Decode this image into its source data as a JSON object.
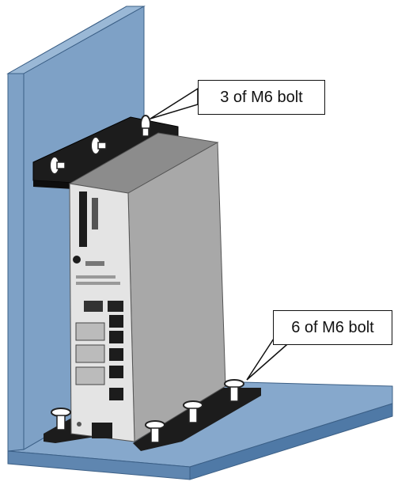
{
  "callouts": {
    "upper": "3 of M6 bolt",
    "lower": "6 of M6 bolt"
  },
  "colors": {
    "wall_front": "#7ea1c6",
    "wall_side": "#4f79a6",
    "floor_top": "#86a8cc",
    "floor_edge": "#4f79a6",
    "bracket": "#1c1c1c",
    "cabinet_front": "#e4e4e4",
    "cabinet_side": "#a8a8a8",
    "cabinet_top": "#8c8c8c"
  },
  "icons": [
    "bolt-icon",
    "wall-panel",
    "floor-plate",
    "controller-cabinet"
  ]
}
